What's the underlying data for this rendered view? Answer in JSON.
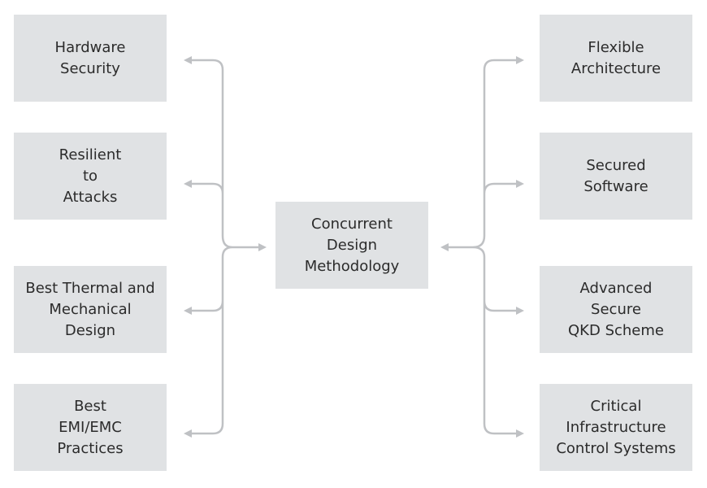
{
  "center": {
    "label": "Concurrent\nDesign\nMethodology"
  },
  "left_boxes": [
    {
      "label": "Hardware\nSecurity"
    },
    {
      "label": "Resilient\nto\nAttacks"
    },
    {
      "label": "Best Thermal and\nMechanical\nDesign"
    },
    {
      "label": "Best\nEMI/EMC\nPractices"
    }
  ],
  "right_boxes": [
    {
      "label": "Flexible\nArchitecture"
    },
    {
      "label": "Secured\nSoftware"
    },
    {
      "label": "Advanced\nSecure\nQKD Scheme"
    },
    {
      "label": "Critical\nInfrastructure\nControl Systems"
    }
  ],
  "colors": {
    "box_fill": "#e0e2e4",
    "connector": "#bfc1c4",
    "text": "#2b2b2b"
  }
}
